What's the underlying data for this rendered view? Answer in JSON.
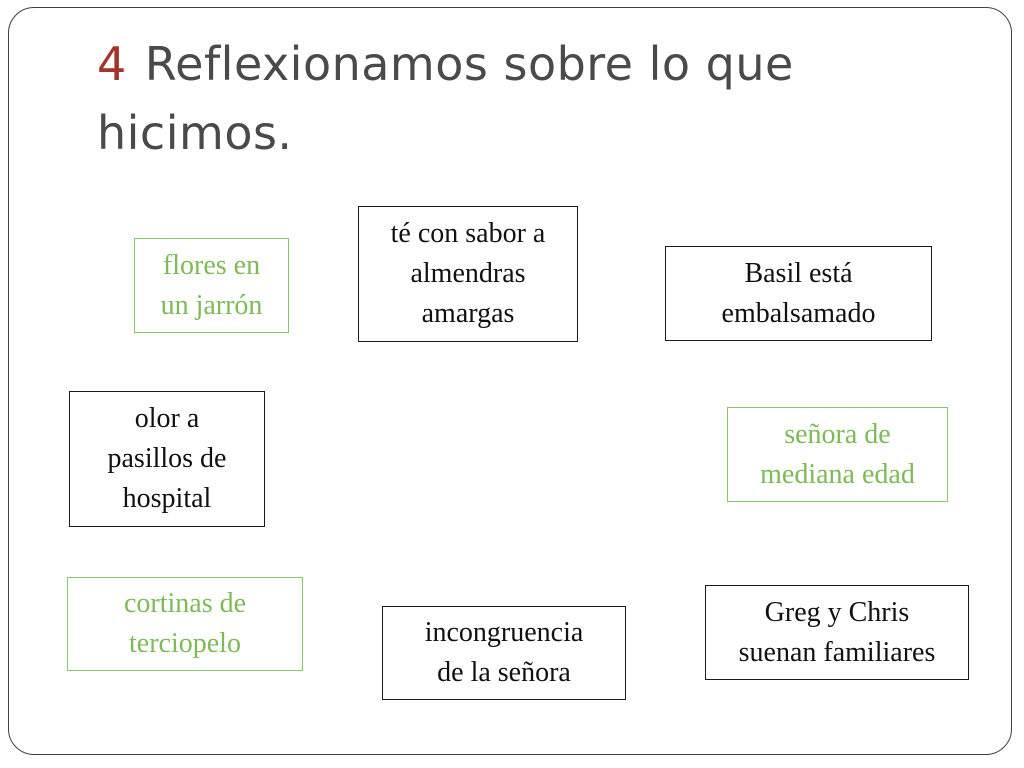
{
  "title": {
    "number": "4",
    "text": "Reflexionamos sobre lo que hicimos."
  },
  "colors": {
    "number": "#a4332b",
    "title_text": "#4a4a4a",
    "green_text": "#7dbb56",
    "green_border": "#8cc567",
    "dark_border": "#1a1a1a"
  },
  "boxes": {
    "flores": "flores en\nun jarrón",
    "te": "té con sabor a\nalmendras\namargas",
    "basil": "Basil está\nembalsamado",
    "olor": "olor a\npasillos de\nhospital",
    "senora": "señora de\nmediana edad",
    "cortinas": "cortinas de\nterciopelo",
    "incongruencia": "incongruencia\nde la señora",
    "greg": "Greg y Chris\nsuenan familiares"
  }
}
